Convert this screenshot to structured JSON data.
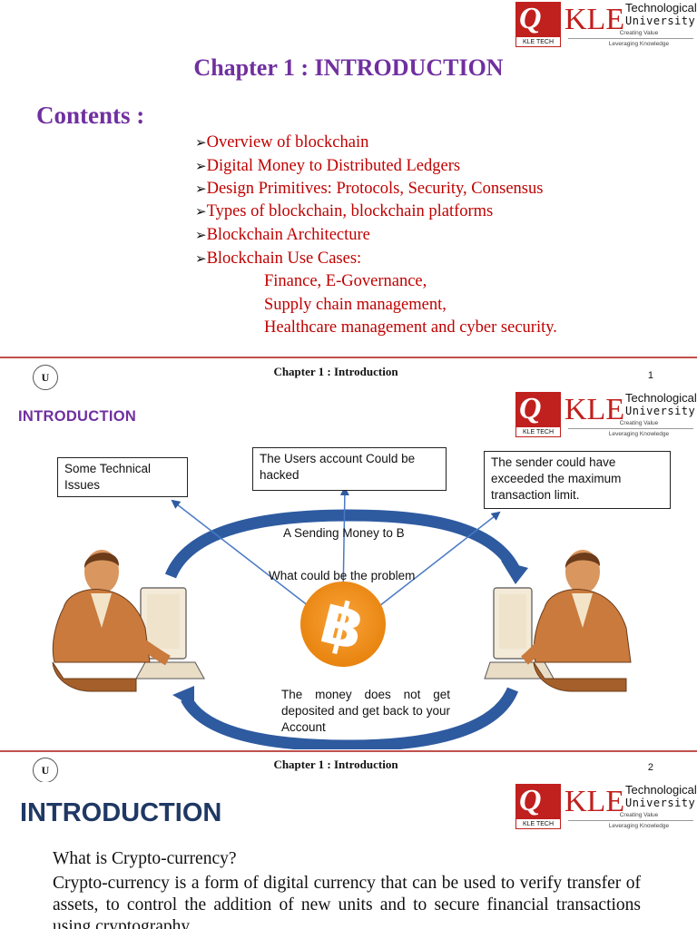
{
  "logo": {
    "monogram": "Q",
    "small": "KLE TECH",
    "brand": "KLE",
    "line1": "Technological",
    "line2": "University",
    "tagline1": "Creating Value",
    "tagline2": "Leveraging Knowledge",
    "accent": "#c0201e"
  },
  "footer": {
    "emblem": "U",
    "title": "Chapter 1 : Introduction"
  },
  "slide1": {
    "title": "Chapter 1 : INTRODUCTION",
    "contents_label": "Contents :",
    "bullet_glyph": "➢",
    "bullets": [
      "Overview of blockchain",
      "Digital Money to Distributed Ledgers",
      "Design Primitives: Protocols, Security, Consensus",
      "Types of blockchain, blockchain platforms",
      "Blockchain Architecture",
      "Blockchain Use Cases:"
    ],
    "use_cases": [
      "Finance, E-Governance,",
      "Supply chain management,",
      "Healthcare management and cyber security."
    ],
    "page": "1"
  },
  "slide2": {
    "heading": "INTRODUCTION",
    "box_left": "Some Technical Issues",
    "box_mid": "The Users account Could be hacked",
    "box_right": "The  sender could have exceeded the maximum transaction limit.",
    "send_label": "A Sending Money to B",
    "question": "What could be the problem",
    "return_text": "The  money  does  not  get deposited  and  get  back  to your Account",
    "coin_symbol": "฿",
    "coin_color": "#f7931a",
    "arrow_color": "#2e5aa0",
    "page": "2"
  },
  "slide3": {
    "heading": "INTRODUCTION",
    "question": "What is Crypto-currency?",
    "paragraph": "Crypto-currency is a form of digital currency that can be used to verify transfer of assets, to control the addition of new units and to secure financial transactions using cryptography."
  }
}
